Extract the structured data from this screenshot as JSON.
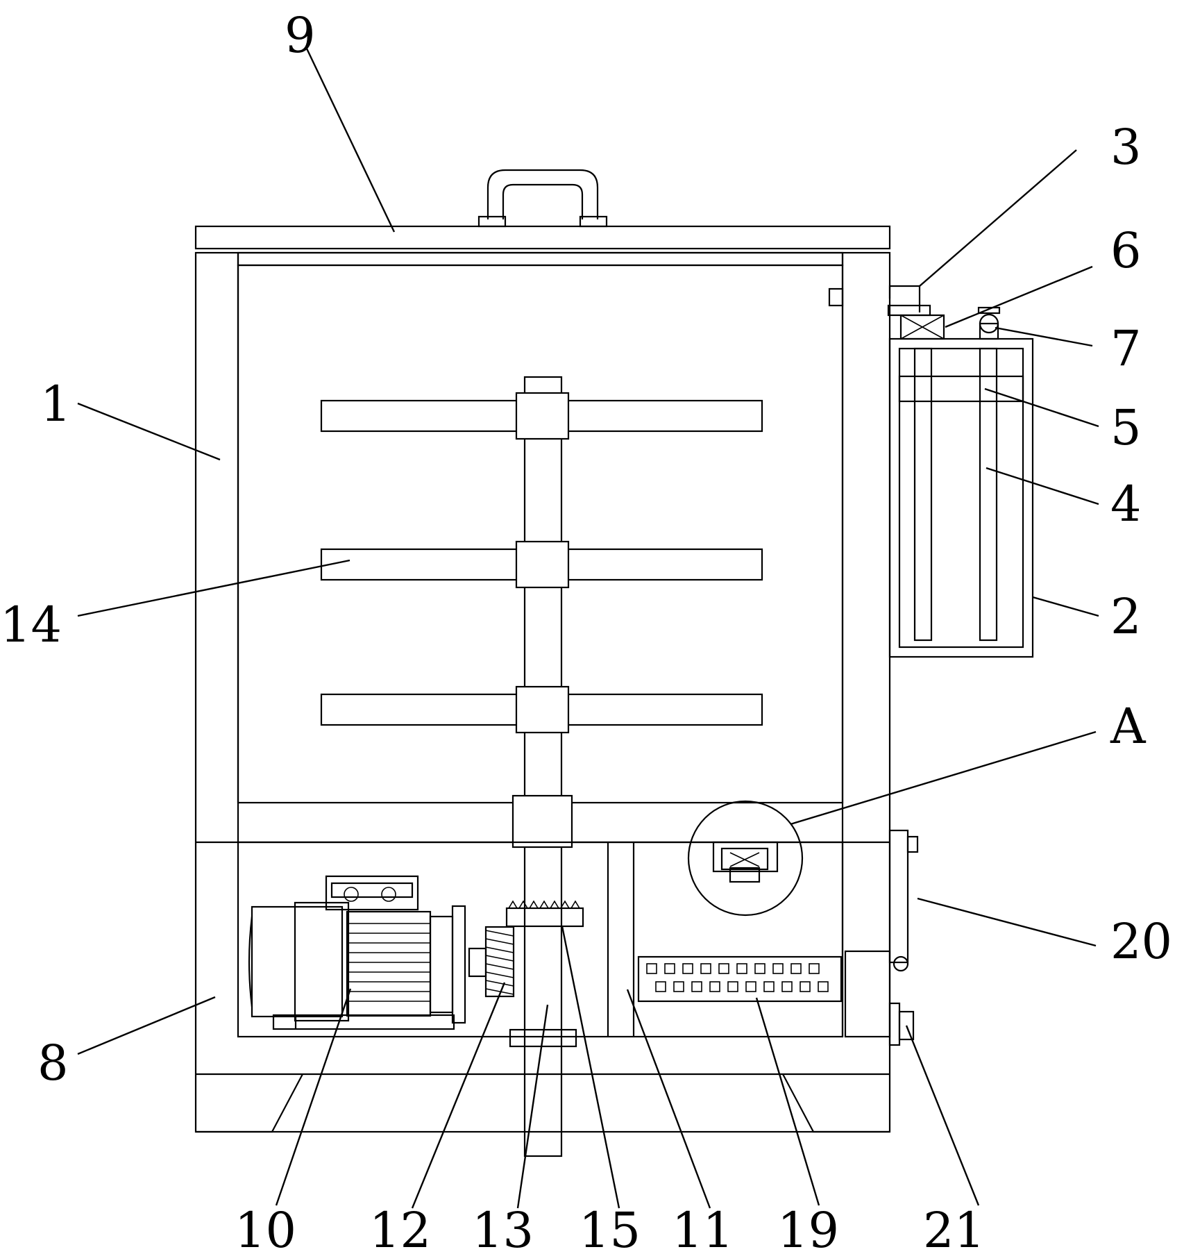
{
  "diagram": {
    "labels": [
      {
        "id": "9",
        "text": "9"
      },
      {
        "id": "3",
        "text": "3"
      },
      {
        "id": "6",
        "text": "6"
      },
      {
        "id": "7",
        "text": "7"
      },
      {
        "id": "1",
        "text": "1"
      },
      {
        "id": "5",
        "text": "5"
      },
      {
        "id": "4",
        "text": "4"
      },
      {
        "id": "14",
        "text": "14"
      },
      {
        "id": "2",
        "text": "2"
      },
      {
        "id": "A",
        "text": "A"
      },
      {
        "id": "20",
        "text": "20"
      },
      {
        "id": "8",
        "text": "8"
      },
      {
        "id": "10",
        "text": "10"
      },
      {
        "id": "12",
        "text": "12"
      },
      {
        "id": "13",
        "text": "13"
      },
      {
        "id": "15",
        "text": "15"
      },
      {
        "id": "11",
        "text": "11"
      },
      {
        "id": "19",
        "text": "19"
      },
      {
        "id": "21",
        "text": "21"
      }
    ]
  }
}
